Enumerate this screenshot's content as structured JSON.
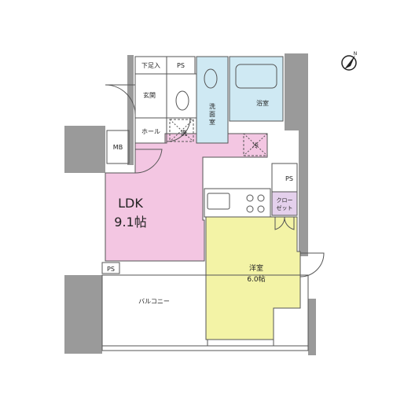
{
  "rooms": {
    "storage": "下足入",
    "ps_top": "PS",
    "entrance": "玄関",
    "hall": "ホール",
    "washroom": "洗面室",
    "bathroom": "浴室",
    "washer": "洗",
    "mb": "MB",
    "fridge": "冷",
    "ldk": "LDK",
    "ldk_size": "9.1帖",
    "ps_right": "PS",
    "closet_line1": "クロー",
    "closet_line2": "ゼット",
    "western": "洋室",
    "western_size": "6.0帖",
    "ps_bottom": "PS",
    "balcony": "バルコニー"
  },
  "compass_label": "N",
  "colors": {
    "wall": "#9a9a9a",
    "ldk": "#f3c6e2",
    "western": "#f3f3a6",
    "wet_area": "#cfe9f3",
    "closet": "#e4d0ec",
    "line": "#555555"
  }
}
